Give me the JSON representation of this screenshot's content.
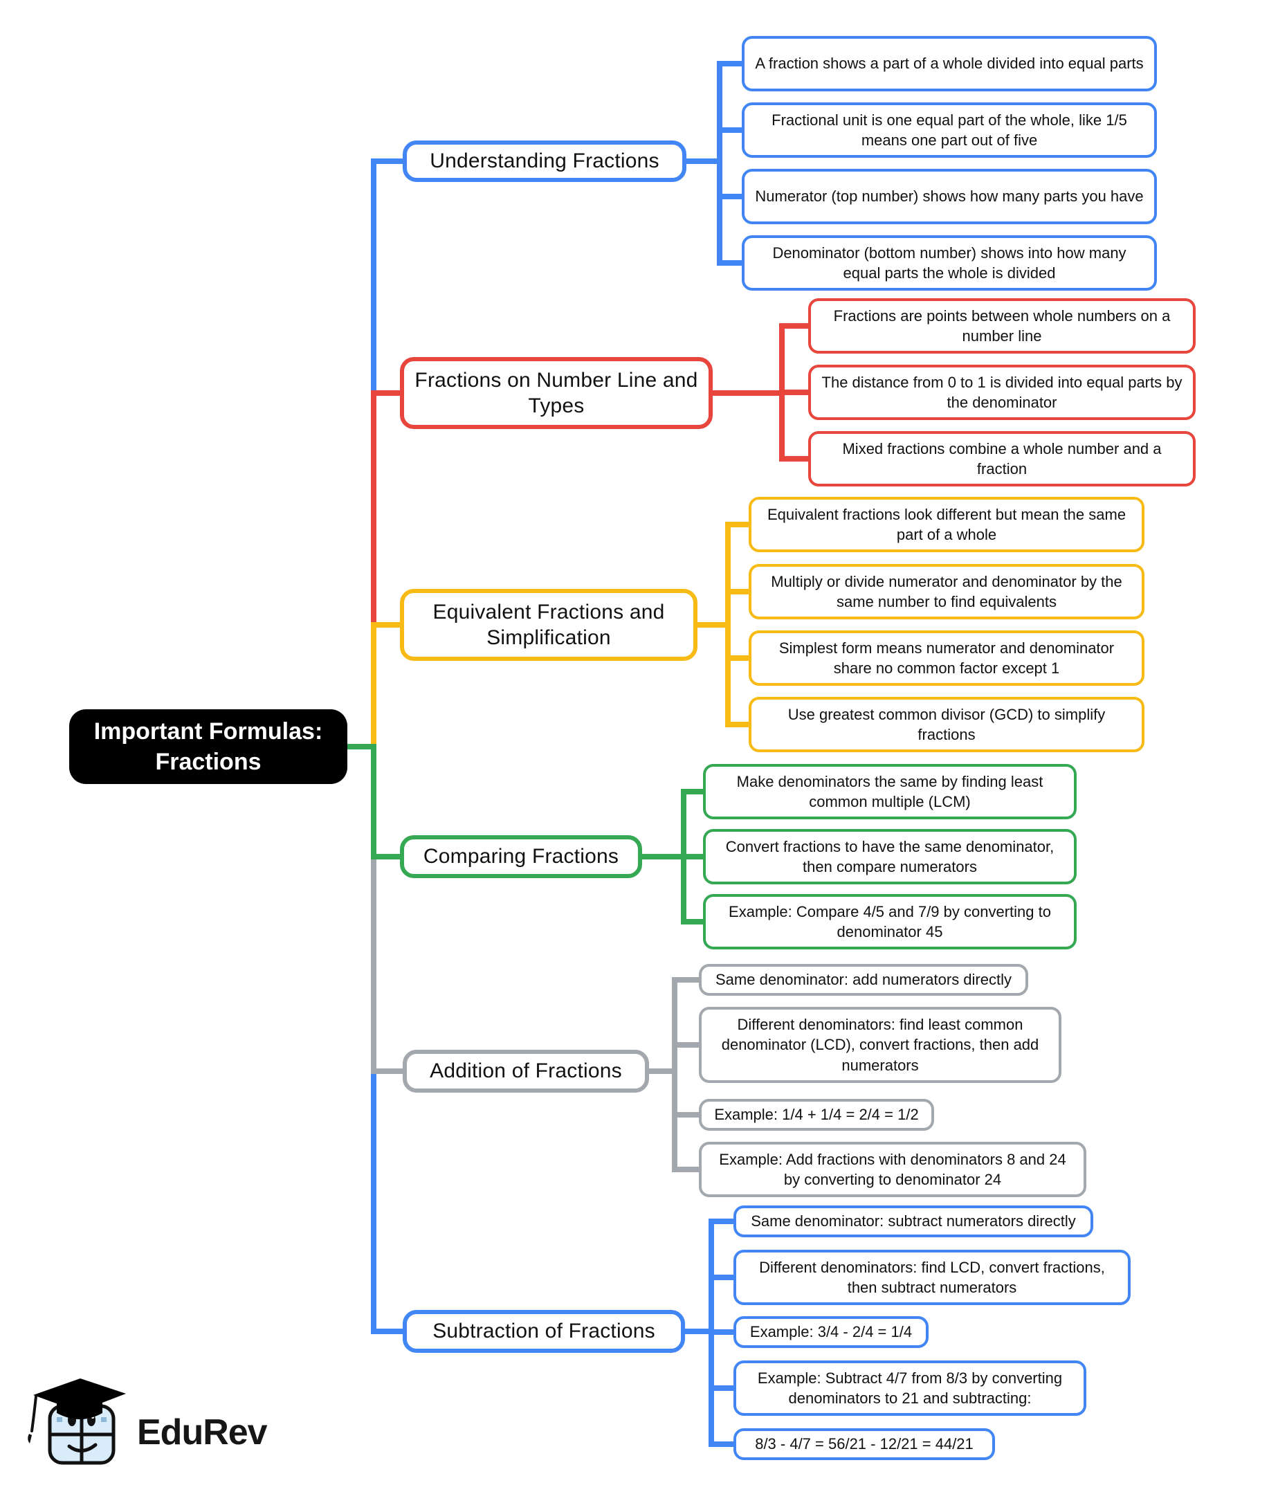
{
  "root": {
    "text": "Important Formulas: Fractions"
  },
  "branches": [
    {
      "label": "Understanding Fractions",
      "color": "blue",
      "leaves": [
        "A fraction shows a part of a whole divided into equal parts",
        "Fractional unit is one equal part of the whole, like 1/5 means one part out of five",
        "Numerator (top number) shows how many parts you have",
        "Denominator (bottom number) shows into how many equal parts the whole is divided"
      ]
    },
    {
      "label": "Fractions on Number Line and Types",
      "color": "red",
      "leaves": [
        "Fractions are points between whole numbers on a number line",
        "The distance from 0 to 1 is divided into equal parts by the denominator",
        "Mixed fractions combine a whole number and a fraction"
      ]
    },
    {
      "label": "Equivalent Fractions and Simplification",
      "color": "yellow",
      "leaves": [
        "Equivalent fractions look different but mean the same part of a whole",
        "Multiply or divide numerator and denominator by the same number to find equivalents",
        "Simplest form means numerator and denominator share no common factor except 1",
        "Use greatest common divisor (GCD) to simplify fractions"
      ]
    },
    {
      "label": "Comparing Fractions",
      "color": "green",
      "leaves": [
        "Make denominators the same by finding least common multiple (LCM)",
        "Convert fractions to have the same denominator, then compare numerators",
        "Example: Compare 4/5 and 7/9 by converting to denominator 45"
      ]
    },
    {
      "label": "Addition of Fractions",
      "color": "gray",
      "leaves": [
        "Same denominator: add numerators directly",
        "Different denominators: find least common denominator (LCD), convert fractions, then add numerators",
        "Example: 1/4 + 1/4 = 2/4 = 1/2",
        "Example: Add fractions with denominators 8 and 24 by converting to denominator 24"
      ]
    },
    {
      "label": "Subtraction of Fractions",
      "color": "blue",
      "leaves": [
        "Same denominator: subtract numerators directly",
        "Different denominators: find LCD, convert fractions, then subtract numerators",
        "Example: 3/4 - 2/4 = 1/4",
        "Example: Subtract 4/7 from 8/3 by converting denominators to 21 and subtracting:",
        "8/3 - 4/7 = 56/21 - 12/21 = 44/21"
      ]
    }
  ],
  "logo": {
    "brand": "EduRev"
  },
  "colors": {
    "blue": "#4285F4",
    "red": "#E8453C",
    "yellow": "#F8BB15",
    "green": "#34A853",
    "gray": "#A2A8AE",
    "root-bg": "#000000",
    "root-text": "#ffffff",
    "node-text": "#111111",
    "node-bg": "#ffffff"
  }
}
